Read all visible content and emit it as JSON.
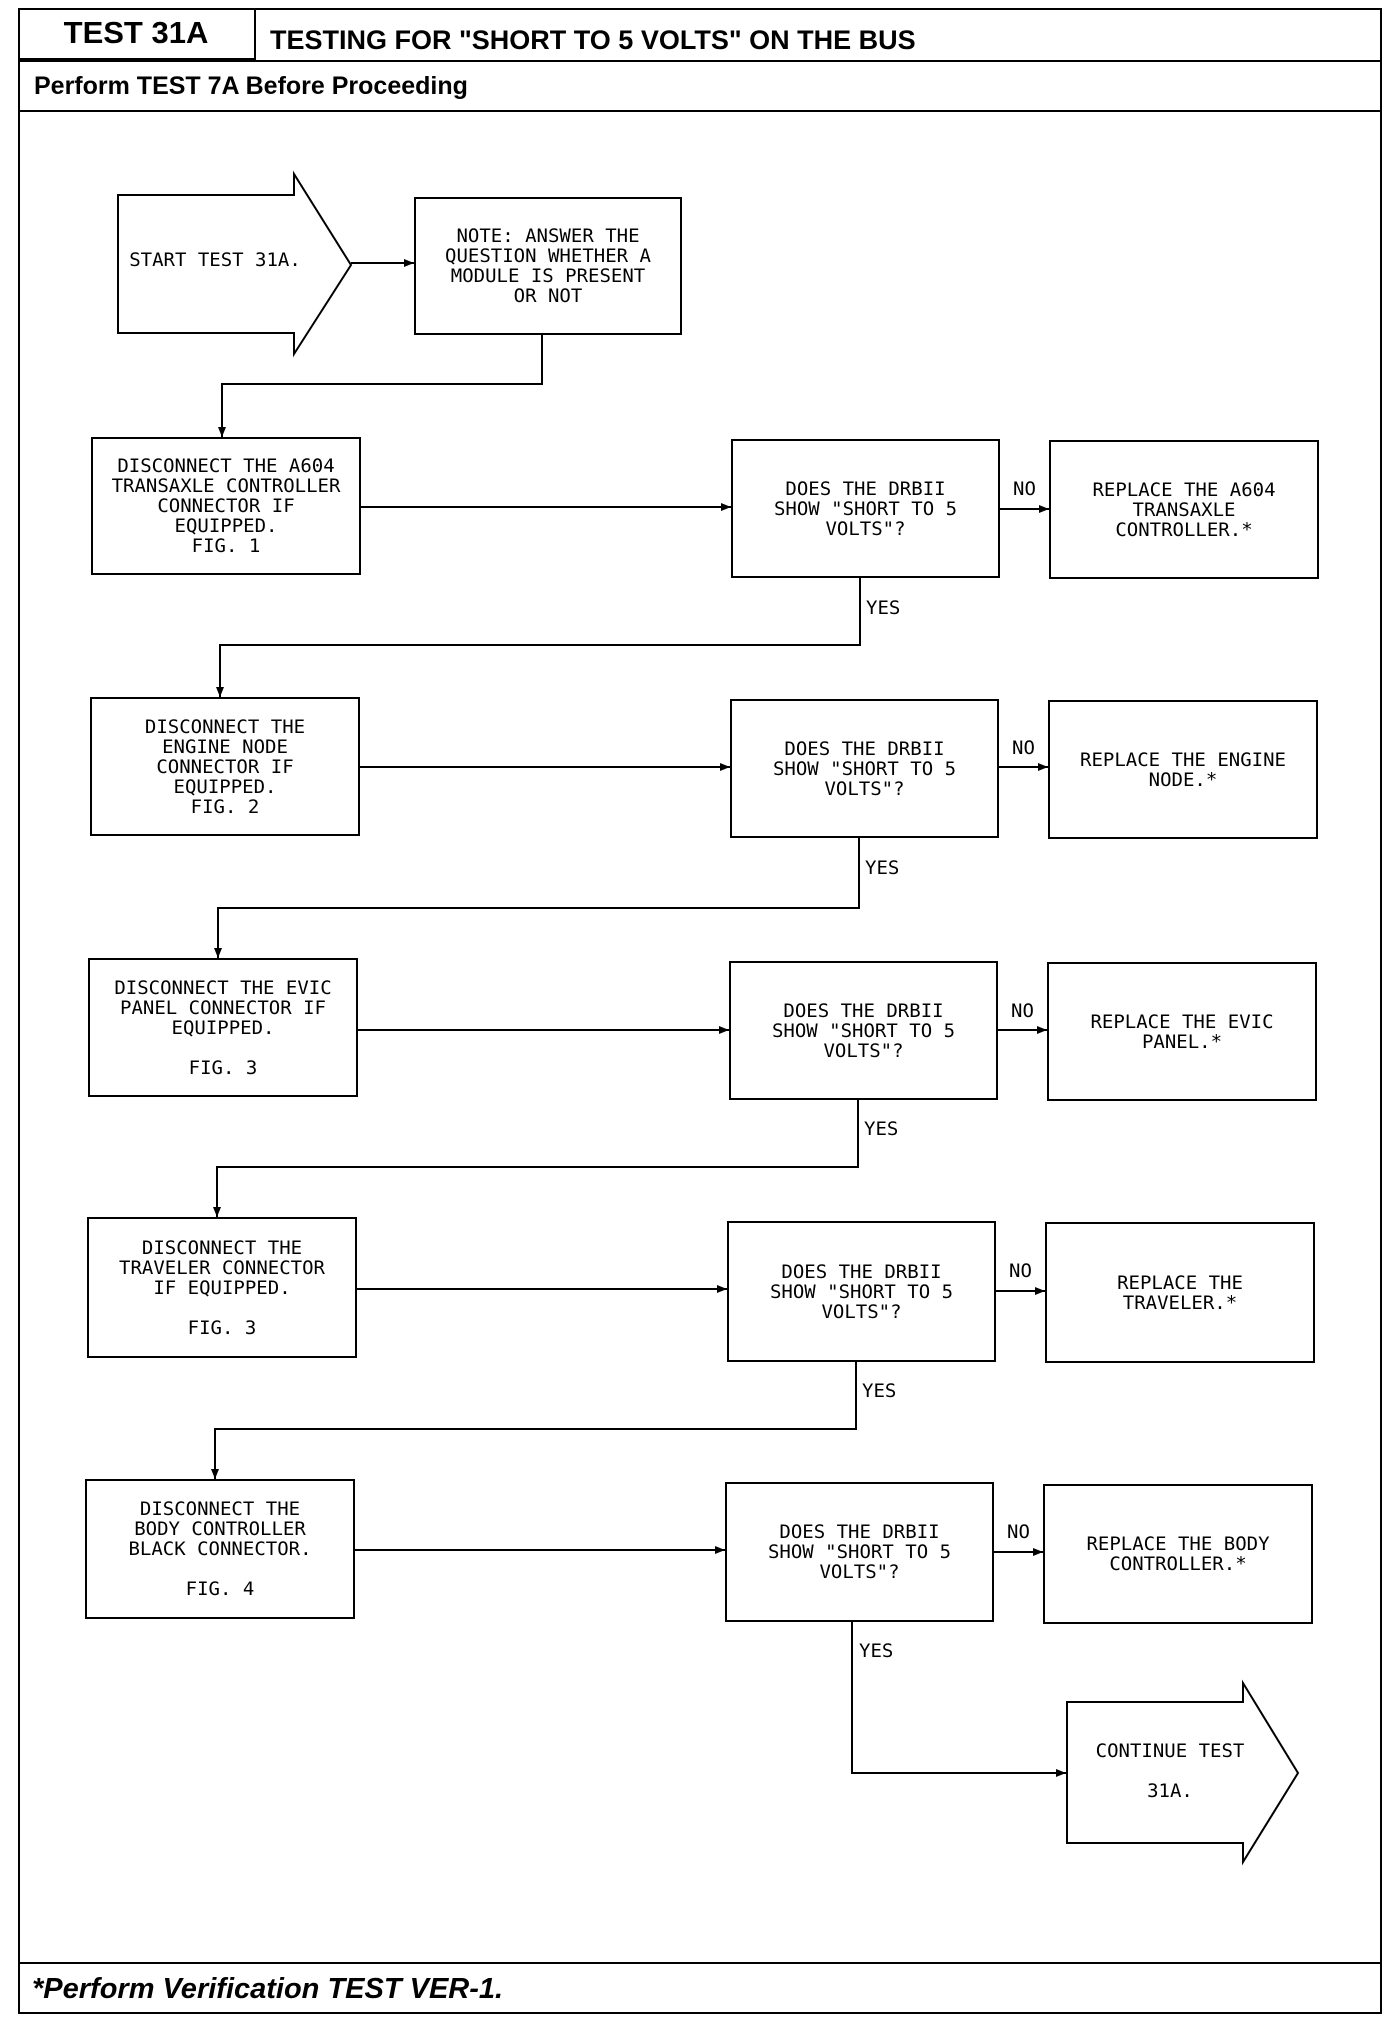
{
  "header": {
    "test_id": "TEST 31A",
    "title": "TESTING FOR \"SHORT TO 5 VOLTS\" ON THE BUS",
    "prerequisite": "Perform TEST 7A Before Proceeding"
  },
  "footer": {
    "note": "*Perform Verification TEST VER-1."
  },
  "flowchart": {
    "start": "START TEST 31A.",
    "note": "NOTE: ANSWER THE\nQUESTION WHETHER A\nMODULE IS PRESENT\nOR NOT",
    "yes_label": "YES",
    "no_label": "NO",
    "steps": [
      {
        "action": "DISCONNECT THE A604\nTRANSAXLE CONTROLLER\nCONNECTOR IF\nEQUIPPED.\nFIG. 1",
        "question": "DOES THE DRBII\nSHOW \"SHORT TO 5\nVOLTS\"?",
        "result": "REPLACE THE A604\nTRANSAXLE\nCONTROLLER.*"
      },
      {
        "action": "DISCONNECT THE\nENGINE NODE\nCONNECTOR IF\nEQUIPPED.\nFIG. 2",
        "question": "DOES THE DRBII\nSHOW \"SHORT TO 5\nVOLTS\"?",
        "result": "REPLACE THE ENGINE\nNODE.*"
      },
      {
        "action": "DISCONNECT THE EVIC\nPANEL CONNECTOR IF\nEQUIPPED.\n\nFIG. 3",
        "question": "DOES THE DRBII\nSHOW \"SHORT TO 5\nVOLTS\"?",
        "result": "REPLACE THE EVIC\nPANEL.*"
      },
      {
        "action": "DISCONNECT THE\nTRAVELER CONNECTOR\nIF EQUIPPED.\n\nFIG. 3",
        "question": "DOES THE DRBII\nSHOW \"SHORT TO 5\nVOLTS\"?",
        "result": "REPLACE THE\nTRAVELER.*"
      },
      {
        "action": "DISCONNECT THE\nBODY CONTROLLER\nBLACK CONNECTOR.\n\nFIG. 4",
        "question": "DOES THE DRBII\nSHOW \"SHORT TO 5\nVOLTS\"?",
        "result": "REPLACE THE BODY\nCONTROLLER.*"
      }
    ],
    "end": "CONTINUE TEST\n\n31A."
  }
}
